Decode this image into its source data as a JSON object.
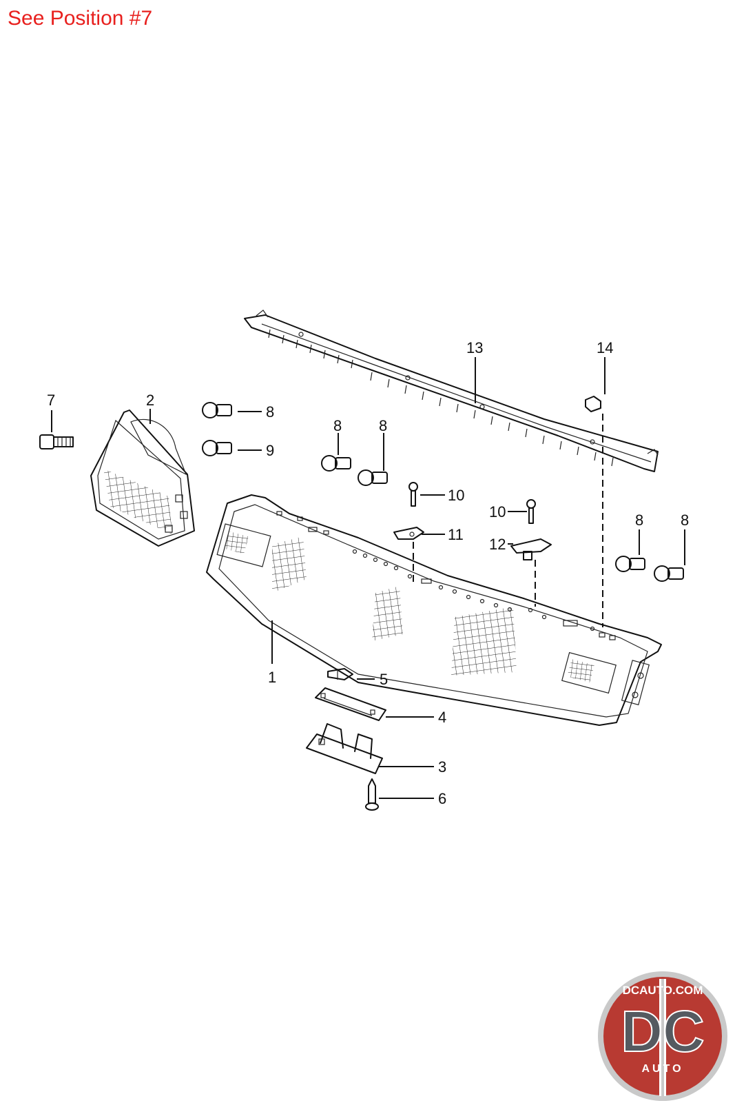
{
  "header": {
    "note": "See Position #7"
  },
  "callouts": [
    {
      "id": "1",
      "label": "1"
    },
    {
      "id": "2",
      "label": "2"
    },
    {
      "id": "3",
      "label": "3"
    },
    {
      "id": "4",
      "label": "4"
    },
    {
      "id": "5",
      "label": "5"
    },
    {
      "id": "6",
      "label": "6"
    },
    {
      "id": "7",
      "label": "7"
    },
    {
      "id": "8a",
      "label": "8"
    },
    {
      "id": "8b",
      "label": "8"
    },
    {
      "id": "8c",
      "label": "8"
    },
    {
      "id": "8d",
      "label": "8"
    },
    {
      "id": "8e",
      "label": "8"
    },
    {
      "id": "9",
      "label": "9"
    },
    {
      "id": "10a",
      "label": "10"
    },
    {
      "id": "10b",
      "label": "10"
    },
    {
      "id": "11",
      "label": "11"
    },
    {
      "id": "12",
      "label": "12"
    },
    {
      "id": "13",
      "label": "13"
    },
    {
      "id": "14",
      "label": "14"
    }
  ],
  "logo": {
    "top_text": "DCAUTO.COM",
    "main_text": "DC",
    "sub_text": "AUTO",
    "colors": {
      "ring": "#c9c9c9",
      "bg": "#b83a32",
      "letters": "#555a60"
    }
  },
  "colors": {
    "note": "#e8201e",
    "line": "#111111"
  }
}
